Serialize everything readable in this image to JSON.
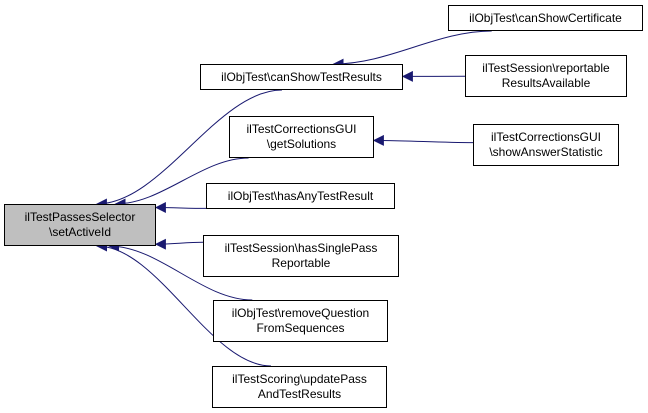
{
  "diagram": {
    "edge_color": "#191970",
    "root": {
      "id": "root",
      "lines": [
        "ilTestPassesSelector",
        "\\setActiveId"
      ],
      "fill": "#bfbfbf"
    },
    "nodes": [
      {
        "id": "canShowTestResults",
        "lines": [
          "ilObjTest\\canShowTestResults"
        ]
      },
      {
        "id": "getSolutions",
        "lines": [
          "ilTestCorrectionsGUI",
          "\\getSolutions"
        ]
      },
      {
        "id": "hasAnyTestResult",
        "lines": [
          "ilObjTest\\hasAnyTestResult"
        ]
      },
      {
        "id": "hasSinglePassReportable",
        "lines": [
          "ilTestSession\\hasSinglePass",
          "Reportable"
        ]
      },
      {
        "id": "removeQuestionFromSequences",
        "lines": [
          "ilObjTest\\removeQuestion",
          "FromSequences"
        ]
      },
      {
        "id": "updatePassAndTestResults",
        "lines": [
          "ilTestScoring\\updatePass",
          "AndTestResults"
        ]
      },
      {
        "id": "canShowCertificate",
        "lines": [
          "ilObjTest\\canShowCertificate"
        ]
      },
      {
        "id": "reportableResultsAvailable",
        "lines": [
          "ilTestSession\\reportable",
          "ResultsAvailable"
        ]
      },
      {
        "id": "showAnswerStatistic",
        "lines": [
          "ilTestCorrectionsGUI",
          "\\showAnswerStatistic"
        ]
      }
    ],
    "edges": [
      {
        "from": "canShowTestResults",
        "to": "root"
      },
      {
        "from": "getSolutions",
        "to": "root"
      },
      {
        "from": "hasAnyTestResult",
        "to": "root"
      },
      {
        "from": "hasSinglePassReportable",
        "to": "root"
      },
      {
        "from": "removeQuestionFromSequences",
        "to": "root"
      },
      {
        "from": "updatePassAndTestResults",
        "to": "root"
      },
      {
        "from": "canShowCertificate",
        "to": "canShowTestResults"
      },
      {
        "from": "reportableResultsAvailable",
        "to": "canShowTestResults"
      },
      {
        "from": "showAnswerStatistic",
        "to": "getSolutions"
      }
    ]
  }
}
